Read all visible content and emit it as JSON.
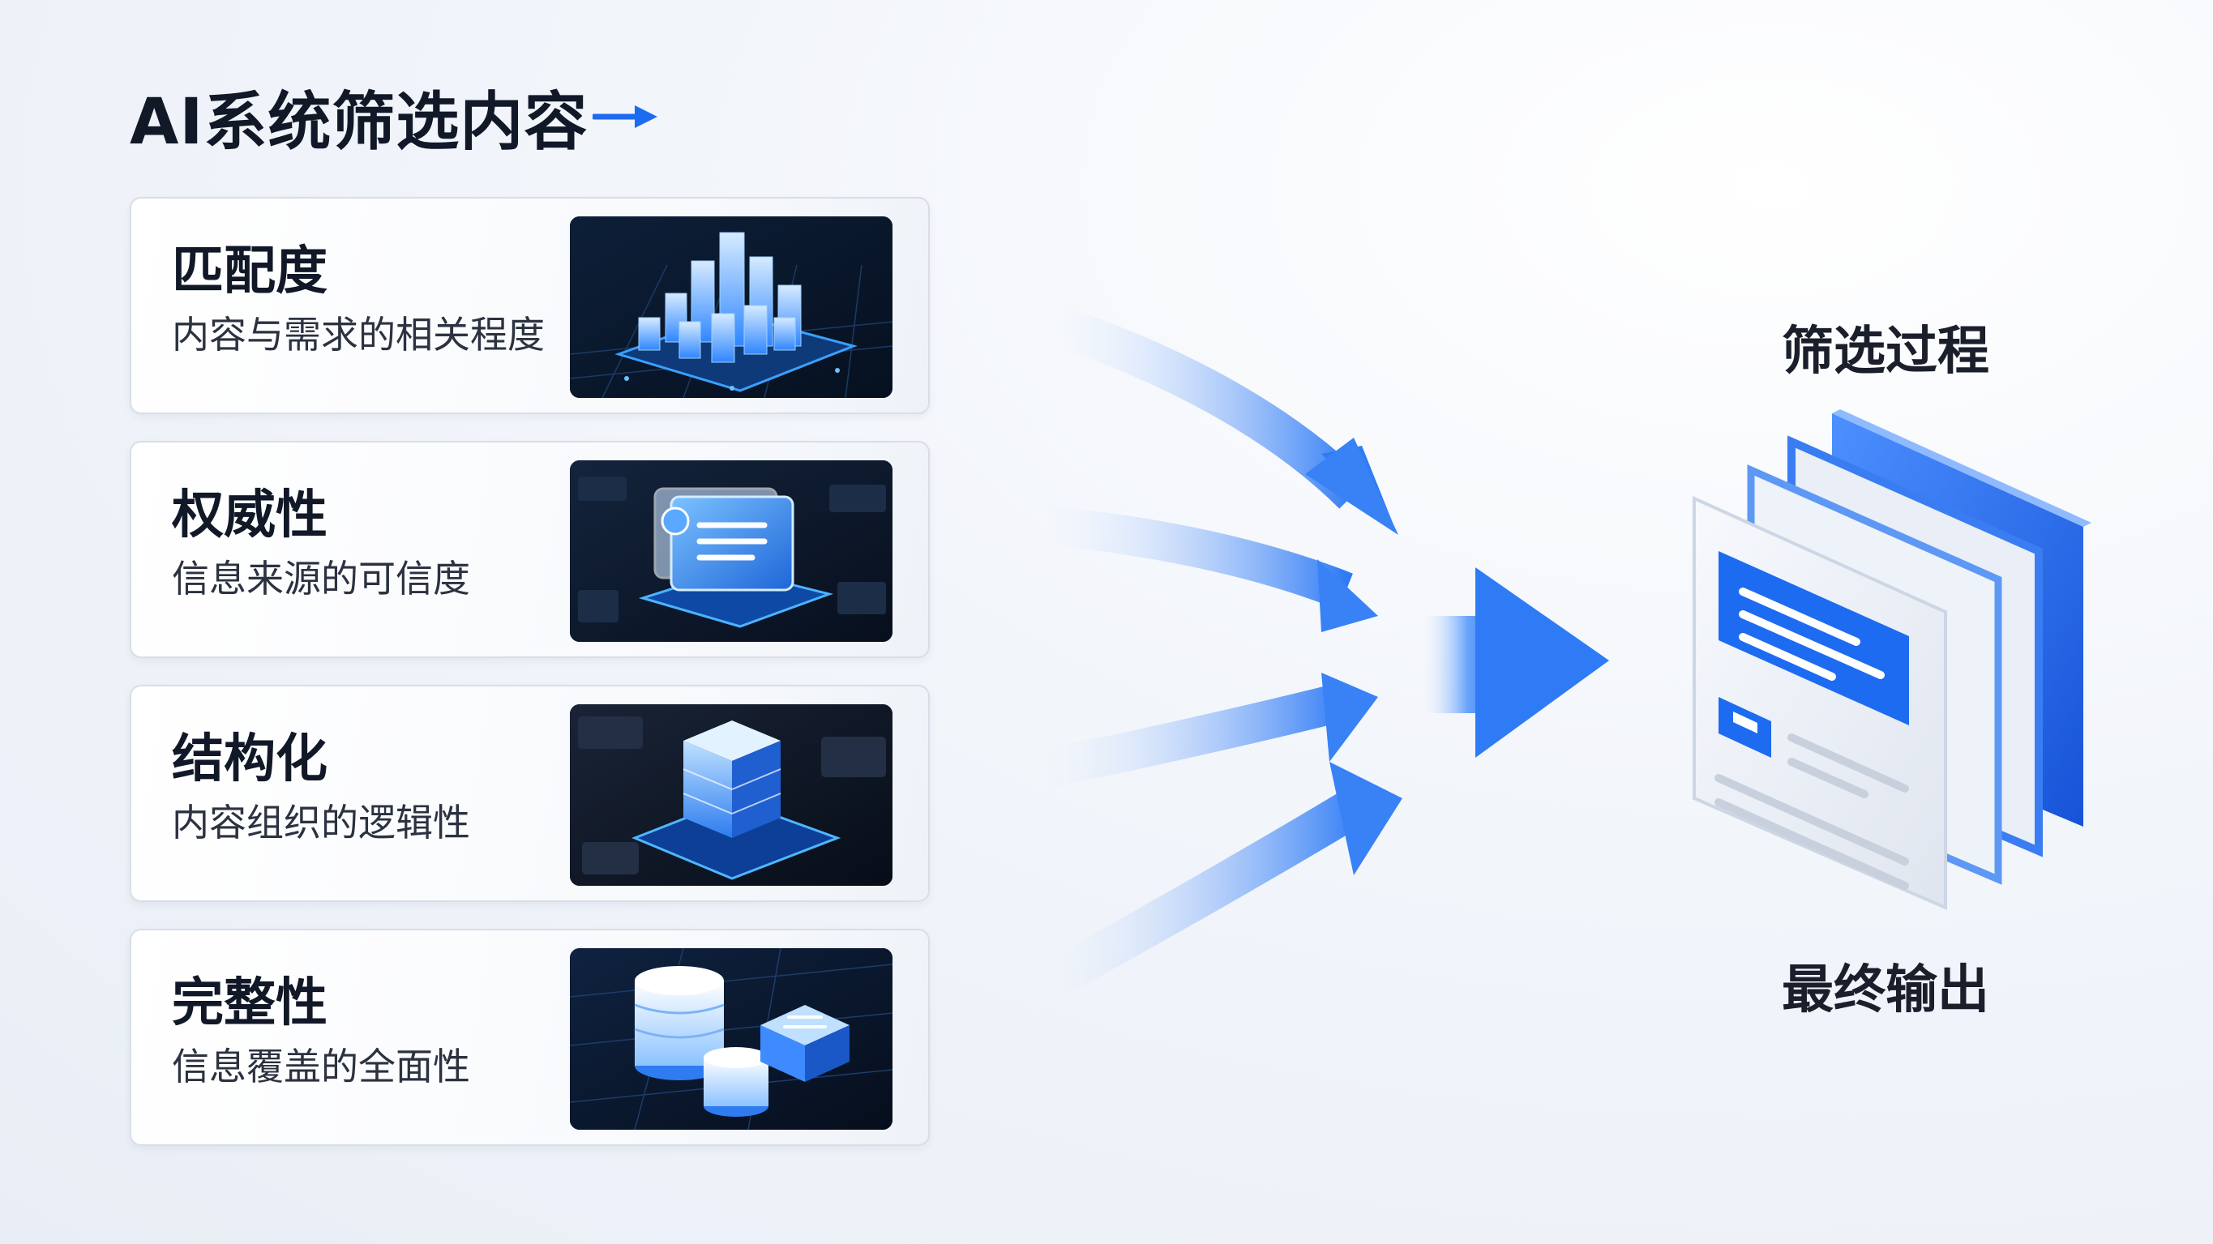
{
  "title": "AI系统筛选内容",
  "criteria": [
    {
      "name": "匹配度",
      "desc": "内容与需求的相关程度",
      "icon": "bar-chart-icon"
    },
    {
      "name": "权威性",
      "desc": "信息来源的可信度",
      "icon": "document-screen-icon"
    },
    {
      "name": "结构化",
      "desc": "内容组织的逻辑性",
      "icon": "cube-chip-icon"
    },
    {
      "name": "完整性",
      "desc": "信息覆盖的全面性",
      "icon": "database-stack-icon"
    }
  ],
  "process_label": "筛选过程",
  "output_label": "最终输出",
  "colors": {
    "accent": "#1d6bf0",
    "dark_thumb": "#0a1628",
    "text": "#111827"
  }
}
